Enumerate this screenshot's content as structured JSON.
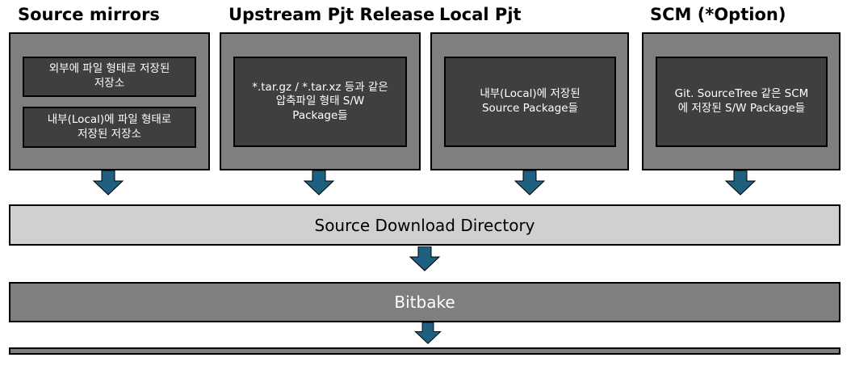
{
  "columns": [
    {
      "title": "Source mirrors",
      "items": [
        "외부에 파일 형태로 저장된\n저장소",
        "내부(Local)에 파일 형태로\n저장된 저장소"
      ]
    },
    {
      "title": "Upstream Pjt Release",
      "items": [
        "*.tar.gz / *.tar.xz 등과 같은\n압축파일 형태 S/W\nPackage들"
      ]
    },
    {
      "title": "Local Pjt",
      "items": [
        "내부(Local)에 저장된\nSource Package들"
      ]
    },
    {
      "title": "SCM (*Option)",
      "items": [
        "Git. SourceTree 같은 SCM\n에 저장된 S/W Package들"
      ]
    }
  ],
  "download_dir": "Source Download Directory",
  "bitbake": "Bitbake",
  "colors": {
    "outer_box": "#7f7f7f",
    "inner_box": "#3f3f3f",
    "download_bar": "#d0d0d0",
    "arrow": "#1f5f7f"
  }
}
